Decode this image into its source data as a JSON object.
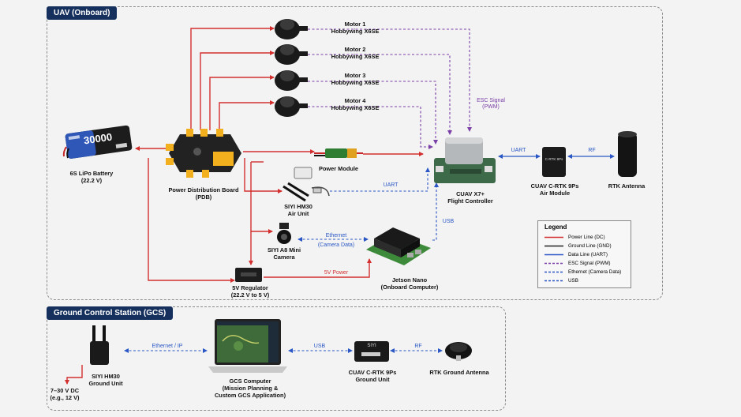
{
  "sections": {
    "uav_title": "UAV (Onboard)",
    "gcs_title": "Ground Control Station (GCS)"
  },
  "components": {
    "battery": [
      "6S LiPo Battery",
      "(22.2 V)"
    ],
    "battery_capacity": "30000",
    "pdb": [
      "Power Distribution Board",
      "(PDB)"
    ],
    "motors": [
      {
        "name": "Motor 1",
        "model": "Hobbywing X6SE"
      },
      {
        "name": "Motor 2",
        "model": "Hobbywing X6SE"
      },
      {
        "name": "Motor 3",
        "model": "Hobbywing X6SE"
      },
      {
        "name": "Motor 4",
        "model": "Hobbywing X6SE"
      }
    ],
    "power_module": "Power Module",
    "flight_controller": [
      "CUAV X7+",
      "Flight Controller"
    ],
    "rtk_air": [
      "CUAV C-RTK 9Ps",
      "Air Module"
    ],
    "rtk_air_device_text": "C-RTK 9Ps",
    "rtk_antenna": "RTK Antenna",
    "siyi_air": [
      "SIYI HM30",
      "Air Unit"
    ],
    "camera": [
      "SIYI A8 Mini",
      "Camera"
    ],
    "jetson": [
      "Jetson Nano",
      "(Onboard Computer)"
    ],
    "regulator": [
      "5V Regulator",
      "(22.2 V to 5 V)"
    ],
    "siyi_ground": [
      "SIYI HM30",
      "Ground Unit"
    ],
    "ground_power": [
      "7–30 V DC",
      "(e.g., 12 V)"
    ],
    "gcs_computer": [
      "GCS Computer",
      "(Mission Planning &",
      "Custom GCS Application)"
    ],
    "rtk_ground": [
      "CUAV C-RTK 9Ps",
      "Ground Unit"
    ],
    "rtk_ground_device_text": "SIYI",
    "rtk_ground_antenna": "RTK Ground Antenna"
  },
  "wire_labels": {
    "esc_signal": [
      "ESC Signal",
      "(PWM)"
    ],
    "uart_fc_rtk": "UART",
    "rf_air": "RF",
    "uart_siyi_fc": "UART",
    "usb_jetson_fc": "USB",
    "ethernet": [
      "Ethernet",
      "(Camera Data)"
    ],
    "five_v_power": "5V Power",
    "ethernet_ip": "Ethernet / IP",
    "usb_gcs": "USB",
    "rf_ground": "RF"
  },
  "legend": {
    "title": "Legend",
    "items": [
      {
        "label": "Power Line (DC)",
        "color": "#d32f2f",
        "style": "solid"
      },
      {
        "label": "Ground Line (GND)",
        "color": "#222222",
        "style": "solid"
      },
      {
        "label": "Data Line (UART)",
        "color": "#2a57c5",
        "style": "solid"
      },
      {
        "label": "ESC Signal (PWM)",
        "color": "#7b3fa8",
        "style": "dashed"
      },
      {
        "label": "Ethernet (Camera Data)",
        "color": "#2a57c5",
        "style": "dashed"
      },
      {
        "label": "USB",
        "color": "#2a57c5",
        "style": "dashed"
      }
    ]
  },
  "colors": {
    "power": "#d32f2f",
    "ground": "#222222",
    "data": "#2a57c5",
    "esc": "#7b3fa8",
    "title_bg": "#16305e"
  }
}
